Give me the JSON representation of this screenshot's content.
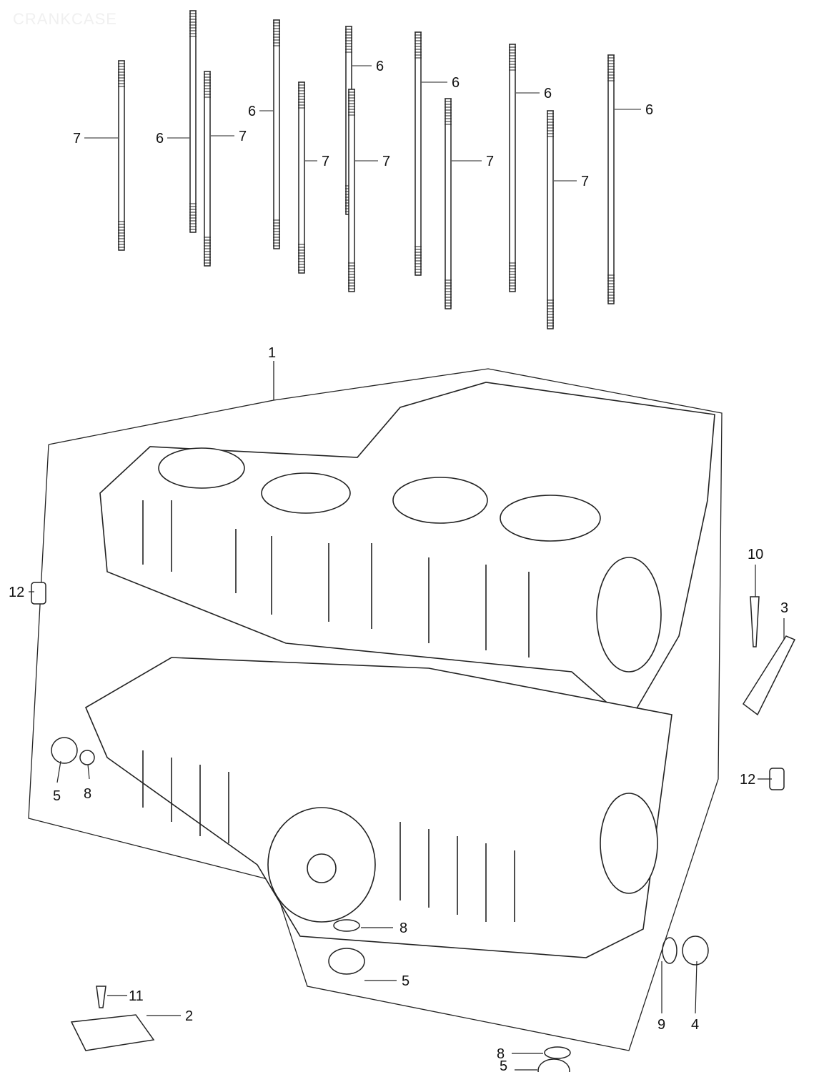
{
  "title": "CRANKCASE",
  "callouts": {
    "crankcase_assy": "1",
    "stud_labels": [
      "7",
      "6",
      "7",
      "6",
      "7",
      "6",
      "7",
      "6",
      "7",
      "6",
      "7",
      "6"
    ],
    "dowel_left": "12",
    "dowel_right": "12",
    "screw_right": "10",
    "bracket_right": "3",
    "plug_left": "5",
    "oring_left": "8",
    "screw_bottom_left": "11",
    "bracket_bottom_left": "2",
    "oring_center": "8",
    "plug_center": "5",
    "oring_bottom": "8",
    "plug_bottom": "5",
    "oring_right": "9",
    "cap_right": "4"
  }
}
